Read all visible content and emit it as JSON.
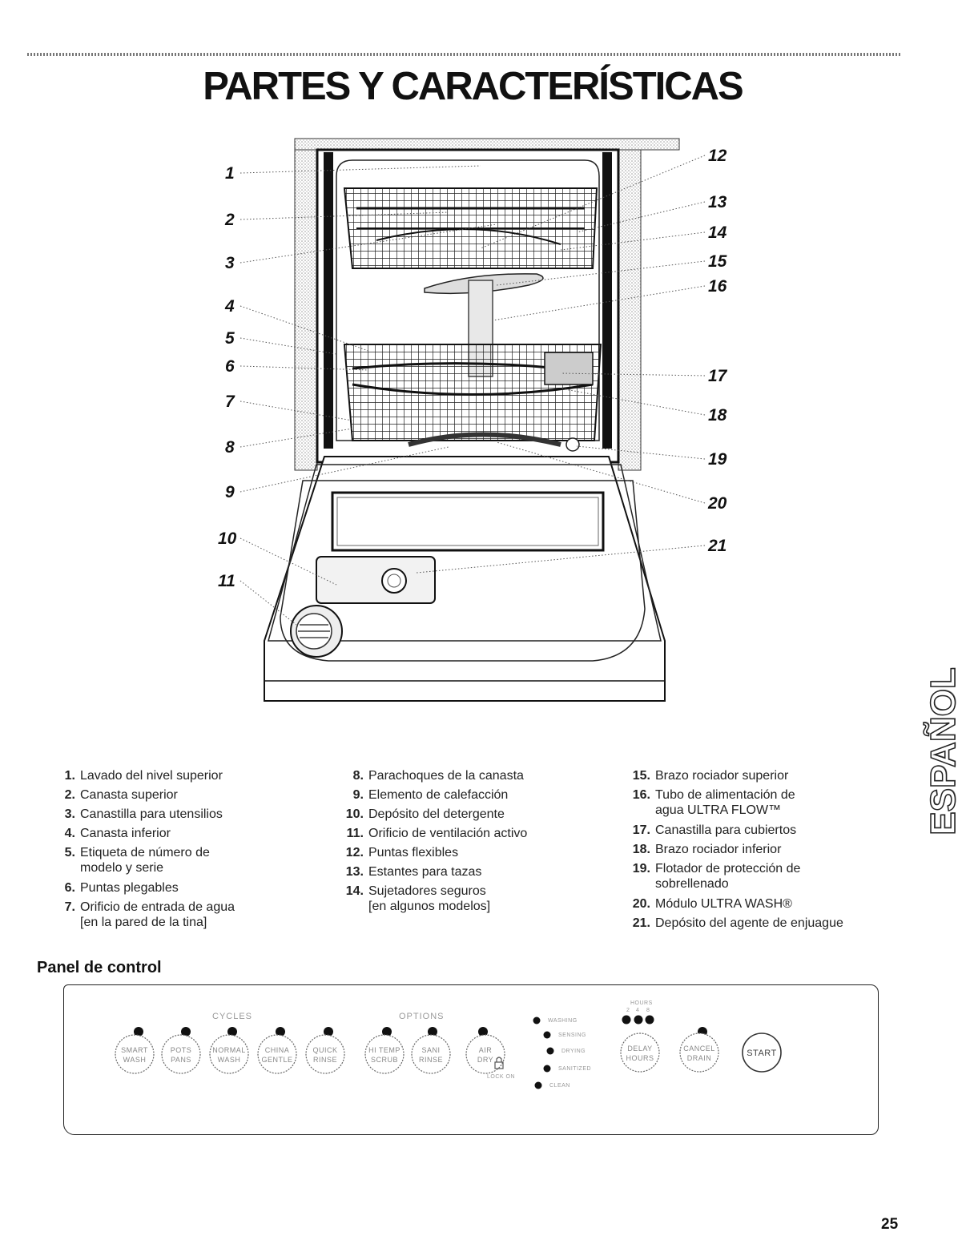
{
  "title": "PARTES Y CARACTERÍSTICAS",
  "side_tab": "ESPAÑOL",
  "page_number": "25",
  "callouts": [
    "1",
    "2",
    "3",
    "4",
    "5",
    "6",
    "7",
    "8",
    "9",
    "10",
    "11",
    "12",
    "13",
    "14",
    "15",
    "16",
    "17",
    "18",
    "19",
    "20",
    "21"
  ],
  "parts": [
    {
      "num": "1.",
      "label": "Lavado del nivel superior"
    },
    {
      "num": "2.",
      "label": "Canasta superior"
    },
    {
      "num": "3.",
      "label": "Canastilla para utensilios"
    },
    {
      "num": "4.",
      "label": "Canasta inferior"
    },
    {
      "num": "5.",
      "label": "Etiqueta de número de",
      "sub": "modelo y serie"
    },
    {
      "num": "6.",
      "label": "Puntas plegables"
    },
    {
      "num": "7.",
      "label": "Orificio de entrada de agua",
      "sub": "[en la pared de la tina]"
    },
    {
      "num": "8.",
      "label": "Parachoques de la canasta"
    },
    {
      "num": "9.",
      "label": "Elemento de calefacción"
    },
    {
      "num": "10.",
      "label": "Depósito del detergente"
    },
    {
      "num": "11.",
      "label": "Orificio de ventilación activo"
    },
    {
      "num": "12.",
      "label": "Puntas flexibles"
    },
    {
      "num": "13.",
      "label": "Estantes para tazas"
    },
    {
      "num": "14.",
      "label": "Sujetadores seguros",
      "sub": "[en algunos modelos]"
    },
    {
      "num": "15.",
      "label": "Brazo rociador superior"
    },
    {
      "num": "16.",
      "label": "Tubo de alimentación de",
      "sub": "agua ULTRA FLOW™"
    },
    {
      "num": "17.",
      "label": "Canastilla para cubiertos"
    },
    {
      "num": "18.",
      "label": "Brazo rociador inferior"
    },
    {
      "num": "19.",
      "label": "Flotador de protección de",
      "sub": "sobrellenado"
    },
    {
      "num": "20.",
      "label": "Módulo ULTRA WASH®"
    },
    {
      "num": "21.",
      "label": "Depósito del agente de enjuague"
    }
  ],
  "control_panel": {
    "heading": "Panel de control",
    "cycles_label": "CYCLES",
    "options_label": "OPTIONS",
    "hours_label": "HOURS",
    "hours_values": [
      "2",
      "4",
      "8"
    ],
    "cycle_buttons": [
      {
        "line1": "SMART",
        "line2": "WASH"
      },
      {
        "line1": "POTS",
        "line2": "PANS"
      },
      {
        "line1": "NORMAL",
        "line2": "WASH"
      },
      {
        "line1": "CHINA",
        "line2": "GENTLE"
      },
      {
        "line1": "QUICK",
        "line2": "RINSE"
      }
    ],
    "option_buttons": [
      {
        "line1": "HI TEMP",
        "line2": "SCRUB"
      },
      {
        "line1": "SANI",
        "line2": "RINSE"
      },
      {
        "line1": "AIR",
        "line2": "DRY"
      }
    ],
    "lock_label": "LOCK ON",
    "status_lights": [
      "WASHING",
      "SENSING",
      "DRYING",
      "SANITIZED",
      "CLEAN"
    ],
    "delay_button": {
      "line1": "DELAY",
      "line2": "HOURS"
    },
    "cancel_button": {
      "line1": "CANCEL",
      "line2": "DRAIN"
    },
    "start_button": "START"
  }
}
